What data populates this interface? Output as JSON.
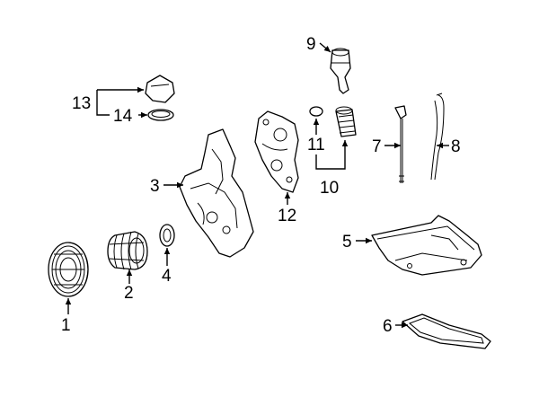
{
  "colors": {
    "ink": "#000000",
    "background": "#ffffff"
  },
  "callouts": [
    {
      "id": "1",
      "label": "1",
      "part": "crankshaft-pulley"
    },
    {
      "id": "2",
      "label": "2",
      "part": "vibration-damper"
    },
    {
      "id": "3",
      "label": "3",
      "part": "timing-cover"
    },
    {
      "id": "4",
      "label": "4",
      "part": "front-crank-seal"
    },
    {
      "id": "5",
      "label": "5",
      "part": "oil-pan"
    },
    {
      "id": "6",
      "label": "6",
      "part": "oil-pan-gasket"
    },
    {
      "id": "7",
      "label": "7",
      "part": "dipstick"
    },
    {
      "id": "8",
      "label": "8",
      "part": "dipstick-tube"
    },
    {
      "id": "9",
      "label": "9",
      "part": "oil-filler-neck"
    },
    {
      "id": "10",
      "label": "10",
      "part": "oil-filter-group"
    },
    {
      "id": "11",
      "label": "11",
      "part": "o-ring"
    },
    {
      "id": "12",
      "label": "12",
      "part": "upper-timing-cover"
    },
    {
      "id": "13",
      "label": "13",
      "part": "oil-filler-cap-group"
    },
    {
      "id": "14",
      "label": "14",
      "part": "cap-seal"
    }
  ]
}
